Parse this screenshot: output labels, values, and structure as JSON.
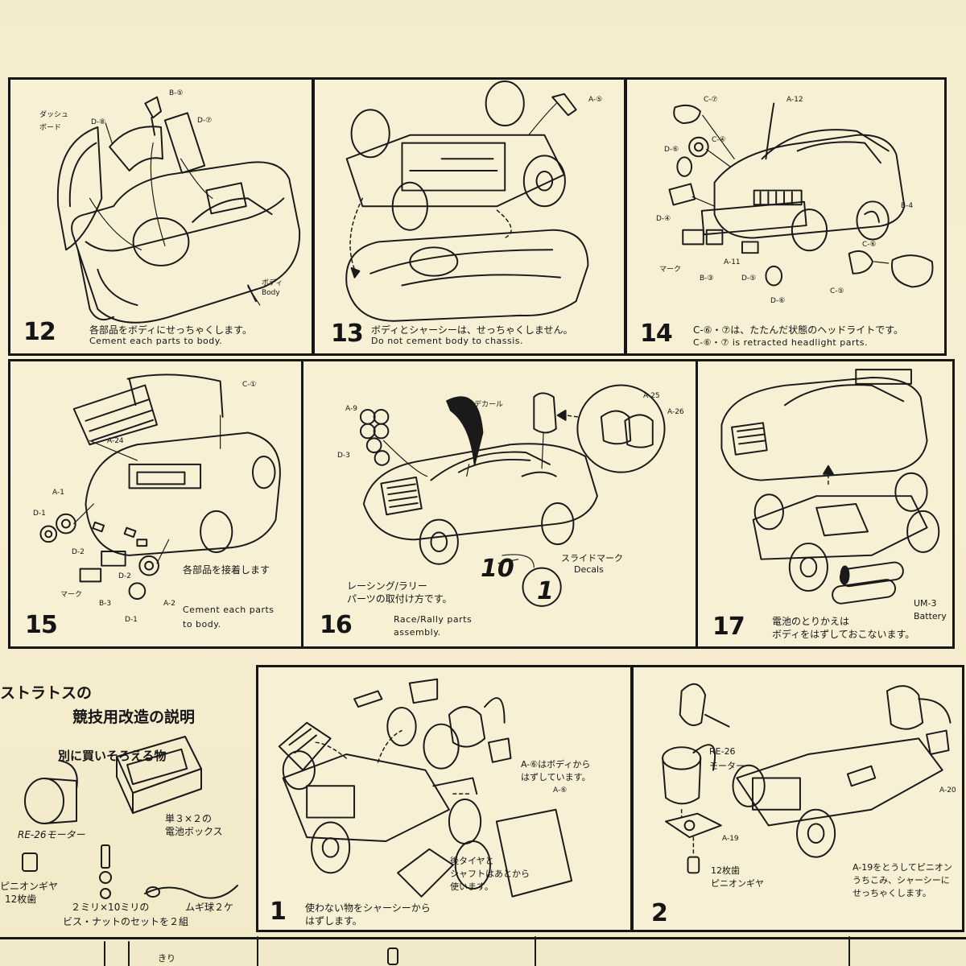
{
  "steps": {
    "s12": {
      "number": "12",
      "jp": "各部品をボディにせっちゃくします。",
      "en": "Cement each parts to body.",
      "labels": {
        "b5": "B-⑤",
        "d8": "D-⑧",
        "d7": "D-⑦",
        "dash1": "ダッシュ",
        "dash2": "ボード",
        "body_jp": "ボディ",
        "body_en": "Body"
      }
    },
    "s13": {
      "number": "13",
      "jp": "ボディとシャーシーは、せっちゃくしません。",
      "en": "Do not cement body to chassis.",
      "labels": {
        "a5": "A-⑤"
      }
    },
    "s14": {
      "number": "14",
      "jp": "C-⑥・⑦は、たたんだ状態のヘッドライトです。",
      "en": "C-⑥・⑦ is retracted headlight parts.",
      "labels": {
        "c7": "C-⑦",
        "a12": "A-12",
        "c4": "C-④",
        "d6a": "D-⑥",
        "d4": "D-④",
        "b4": "B-4",
        "mark": "マーク",
        "a11": "A-11",
        "b3": "B-③",
        "d5": "D-⑤",
        "c6": "C-⑥",
        "c5": "C-⑤",
        "d6b": "D-⑥"
      }
    },
    "s15": {
      "number": "15",
      "jp": "各部品を接着します",
      "en1": "Cement each parts",
      "en2": "to body.",
      "labels": {
        "c1": "C-①",
        "a24": "A-24",
        "a1": "A-1",
        "d1a": "D-1",
        "d2a": "D-2",
        "d2b": "D-2",
        "a2": "A-2",
        "mark": "マーク",
        "b3": "B-3",
        "d1b": "D-1"
      }
    },
    "s16": {
      "number": "16",
      "jp1": "レーシング/ラリー",
      "jp2": "パーツの取付け方です。",
      "en1": "Race/Rally parts",
      "en2": "assembly.",
      "labels": {
        "decal_jp": "デカール",
        "a9": "A-9",
        "d3": "D-3",
        "a25": "A-25",
        "a26": "A-26",
        "slide_jp": "スライドマーク",
        "slide_en": "Decals",
        "ten": "10",
        "one": "1"
      }
    },
    "s17": {
      "number": "17",
      "jp1": "電池のとりかえは",
      "jp2": "ボディをはずしておこないます。",
      "labels": {
        "um3": "UM-3",
        "battery": "Battery"
      }
    }
  },
  "mod": {
    "title1": "ストラトスの",
    "title2": "競技用改造の説明",
    "subtitle": "別に買いそろえる物",
    "items": {
      "motor": "RE-26モーター",
      "battbox1": "単３×２の",
      "battbox2": "電池ボックス",
      "pinion1": "ピニオンギヤ",
      "pinion2": "12枚歯",
      "screws1": "２ミリ×10ミリの",
      "screws2": "ビス・ナットのセットを２組",
      "wire": "ムギ球２ケ"
    }
  },
  "mod_steps": {
    "m1": {
      "number": "1",
      "jp1": "使わない物をシャーシーから",
      "jp2": "はずします。",
      "labels": {
        "a6note1": "A-⑥はボディから",
        "a6note2": "はずしています。",
        "a6": "A-⑥",
        "tire1": "後タイヤと",
        "tire2": "シャフトはあとから",
        "tire3": "使います。"
      }
    },
    "m2": {
      "number": "2",
      "labels": {
        "re26": "RE-26",
        "motor": "モーター",
        "a19": "A-19",
        "pinion1": "12枚歯",
        "pinion2": "ピニオンギヤ",
        "a20": "A-20",
        "note1": "A-19をとうしてピニオン",
        "note2": "うちこみ、シャーシーに",
        "note3": "せっちゃくします。"
      }
    }
  },
  "bottom": {
    "kiri": "きり"
  }
}
